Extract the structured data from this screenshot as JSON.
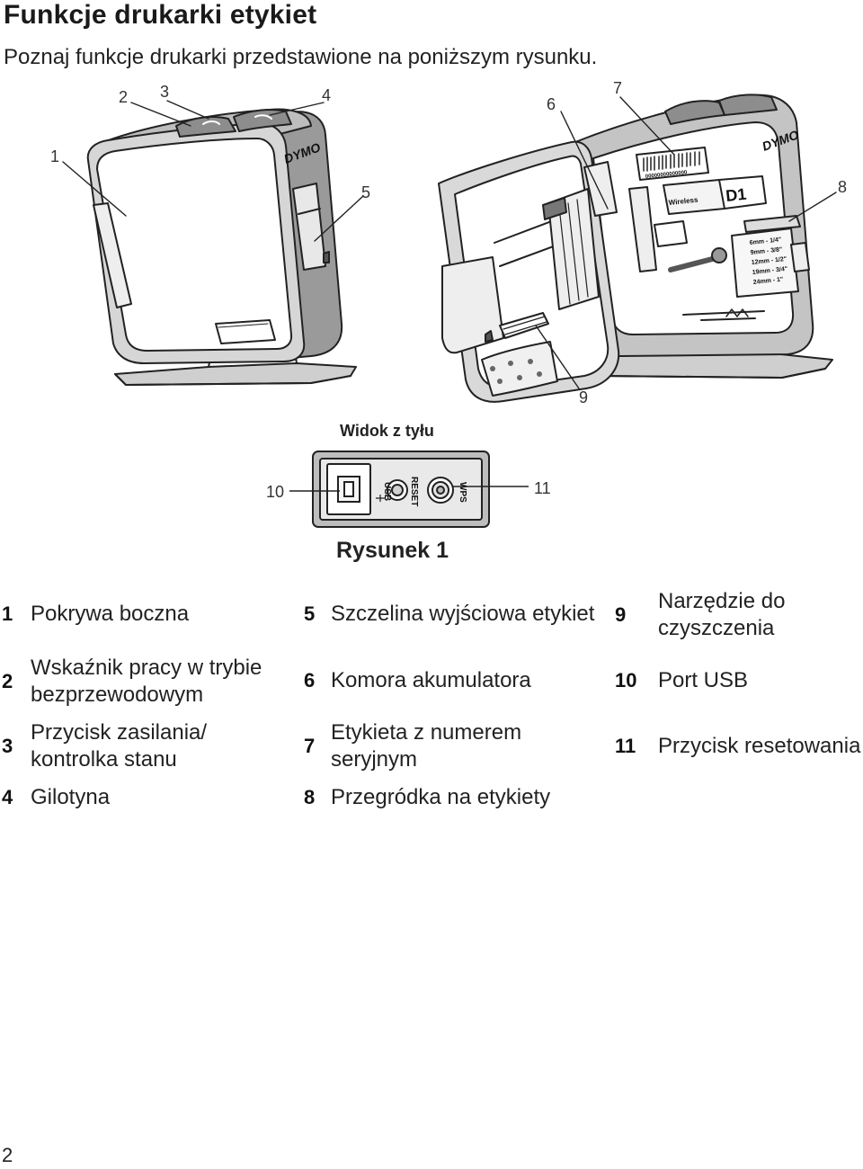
{
  "title": "Funkcje drukarki etykiet",
  "intro": "Poznaj funkcje drukarki przedstawione na poniższym rysunku.",
  "figure": {
    "callouts": [
      "1",
      "2",
      "3",
      "4",
      "5",
      "6",
      "7",
      "8",
      "9",
      "10",
      "11"
    ],
    "brand": "DYMO",
    "rear_view_title": "Widok z tyłu",
    "port_labels": {
      "usb": "USB",
      "reset": "RESET",
      "wps": "WPS"
    },
    "cassette_label": "D1",
    "cassette_sub": "Wireless",
    "tape_sizes": [
      "6mm - 1/4\"",
      "9mm - 3/8\"",
      "12mm - 1/2\"",
      "19mm - 3/4\"",
      "24mm - 1\""
    ],
    "serial_text": "00000000000000",
    "caption": "Rysunek 1"
  },
  "legend": [
    {
      "num": "1",
      "text": "Pokrywa boczna"
    },
    {
      "num": "2",
      "text": "Wskaźnik pracy w trybie bezprzewodowym"
    },
    {
      "num": "3",
      "text": "Przycisk zasilania/ kontrolka stanu"
    },
    {
      "num": "4",
      "text": "Gilotyna"
    },
    {
      "num": "5",
      "text": "Szczelina wyjściowa etykiet"
    },
    {
      "num": "6",
      "text": "Komora akumulatora"
    },
    {
      "num": "7",
      "text": "Etykieta z numerem seryjnym"
    },
    {
      "num": "8",
      "text": "Przegródka na etykiety"
    },
    {
      "num": "9",
      "text": "Narzędzie do czyszczenia"
    },
    {
      "num": "10",
      "text": "Port USB"
    },
    {
      "num": "11",
      "text": "Przycisk resetowania"
    }
  ],
  "page_number": "2"
}
